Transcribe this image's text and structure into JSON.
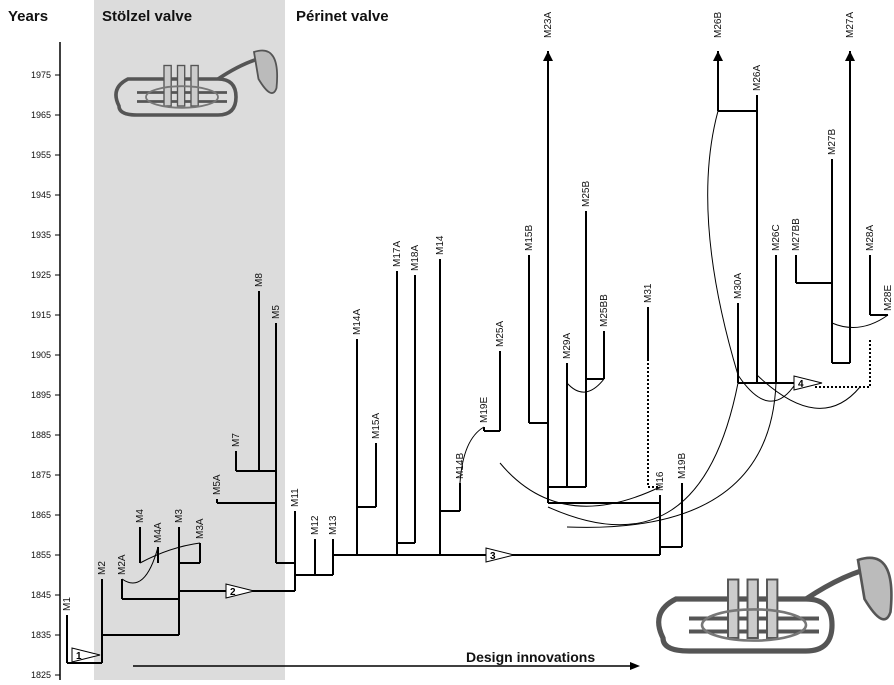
{
  "headers": {
    "years": "Years",
    "stolzel": "Stölzel valve",
    "perinet": "Périnet valve"
  },
  "footer": {
    "arrow_label": "Design innovations"
  },
  "axis": {
    "min": 1825,
    "max": 1981,
    "ticks": [
      1825,
      1835,
      1845,
      1855,
      1865,
      1875,
      1885,
      1895,
      1905,
      1915,
      1925,
      1935,
      1945,
      1955,
      1965,
      1975
    ]
  },
  "innovations": [
    "1",
    "2",
    "3",
    "4"
  ],
  "stolzel_era": {
    "start": 1825,
    "end": 1862
  },
  "models": [
    {
      "label": "M1",
      "year": 1840
    },
    {
      "label": "M2",
      "year": 1849
    },
    {
      "label": "M2A",
      "year": 1849
    },
    {
      "label": "M4",
      "year": 1862
    },
    {
      "label": "M4A",
      "year": 1857
    },
    {
      "label": "M3",
      "year": 1862
    },
    {
      "label": "M3A",
      "year": 1858
    },
    {
      "label": "M5A",
      "year": 1869
    },
    {
      "label": "M7",
      "year": 1881
    },
    {
      "label": "M8",
      "year": 1921
    },
    {
      "label": "M5",
      "year": 1913
    },
    {
      "label": "M11",
      "year": 1866
    },
    {
      "label": "M12",
      "year": 1859
    },
    {
      "label": "M13",
      "year": 1859
    },
    {
      "label": "M14A",
      "year": 1909
    },
    {
      "label": "M15A",
      "year": 1883
    },
    {
      "label": "M17A",
      "year": 1926
    },
    {
      "label": "M18A",
      "year": 1925
    },
    {
      "label": "M14",
      "year": 1929
    },
    {
      "label": "M14B",
      "year": 1873
    },
    {
      "label": "M19E",
      "year": 1887
    },
    {
      "label": "M25A",
      "year": 1906
    },
    {
      "label": "M15B",
      "year": 1930
    },
    {
      "label": "M23A",
      "year": 1981
    },
    {
      "label": "M29A",
      "year": 1903
    },
    {
      "label": "M25B",
      "year": 1941
    },
    {
      "label": "M25BB",
      "year": 1911
    },
    {
      "label": "M31",
      "year": 1917
    },
    {
      "label": "M16",
      "year": 1870
    },
    {
      "label": "M19B",
      "year": 1873
    },
    {
      "label": "M30A",
      "year": 1918
    },
    {
      "label": "M26C",
      "year": 1930
    },
    {
      "label": "M27BB",
      "year": 1930
    },
    {
      "label": "M26B",
      "year": 1981
    },
    {
      "label": "M26A",
      "year": 1970
    },
    {
      "label": "M27B",
      "year": 1954
    },
    {
      "label": "M27A",
      "year": 1981
    },
    {
      "label": "M28A",
      "year": 1930
    },
    {
      "label": "M28E",
      "year": 1915
    }
  ],
  "colors": {
    "line": "#000000",
    "band": "#dcdcdc",
    "axis": "#000000"
  },
  "images": {
    "top": "stolzel-cornet-illustration",
    "bottom": "perinet-cornet-illustration"
  }
}
